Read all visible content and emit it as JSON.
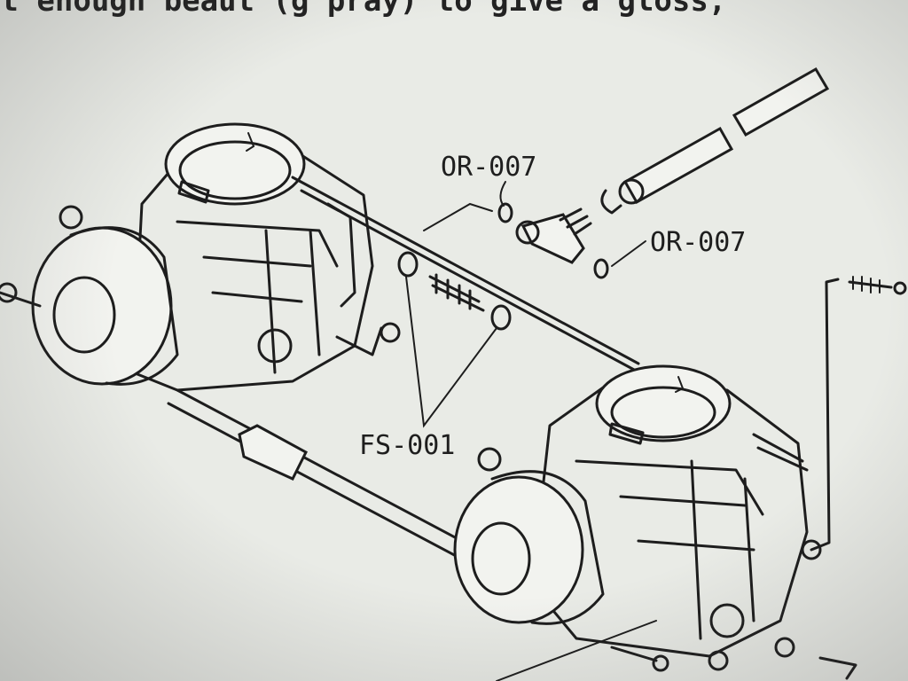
{
  "caption": "st enough beaut (g pray) to give a gloss,",
  "labels": {
    "or_top": "OR-007",
    "or_right": "OR-007",
    "fs": "FS-001"
  }
}
